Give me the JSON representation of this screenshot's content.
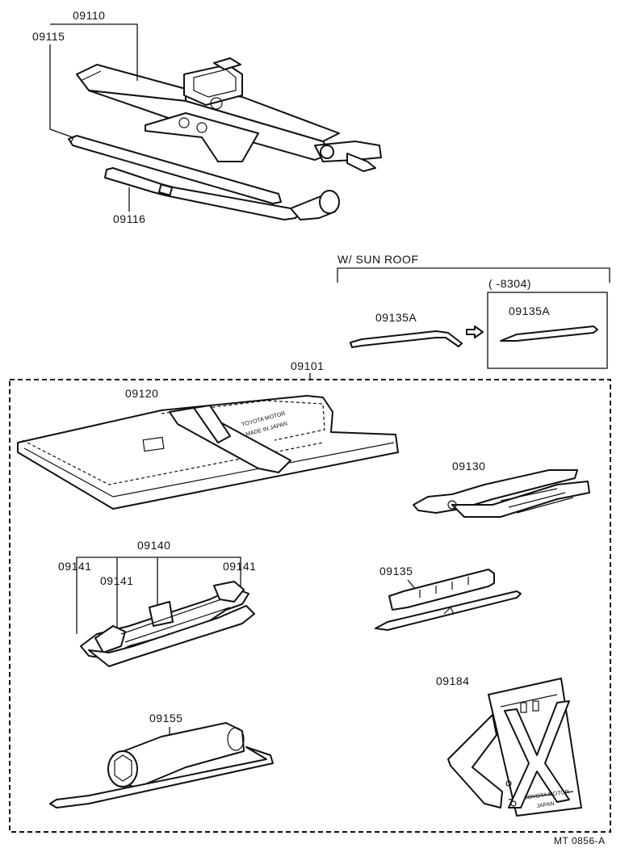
{
  "labels": {
    "jack_assy": "09110",
    "jack_handle": "09115",
    "wheel_wrench": "09116",
    "sun_roof_header": "W/ SUN  ROOF",
    "date_range": "(     -8304)",
    "roof_tool_a": "09135A",
    "roof_tool_b": "09135A",
    "tool_kit": "09101",
    "tool_bag": "09120",
    "pliers": "09130",
    "wrench_set": "09140",
    "wrench_left": "09141",
    "wrench_mid": "09141",
    "wrench_right": "09141",
    "screwdriver": "09135",
    "plug_wrench": "09155",
    "triangle": "09184",
    "drawing_no": "MT  0856-A"
  },
  "embossed": {
    "bag_brand_line1": "TOYOTA MOTOR",
    "bag_brand_line2": "MADE IN JAPAN",
    "triangle_brand_line1": "TOYOTA MOTOR",
    "triangle_brand_line2": "JAPAN"
  }
}
